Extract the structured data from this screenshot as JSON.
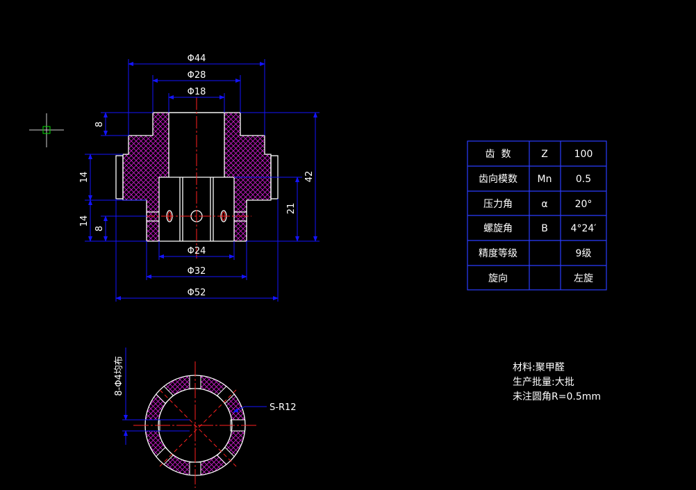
{
  "colors": {
    "background": "#000000",
    "outline": "#ffffff",
    "dimension": "#1414ff",
    "hatch": "#d21ed2",
    "center": "#ff2020",
    "table": "#2a3cff",
    "cursor": "#00dd00"
  },
  "dimensions": {
    "phi44": "Φ44",
    "phi28": "Φ28",
    "phi18": "Φ18",
    "phi24": "Φ24",
    "phi32": "Φ32",
    "phi52": "Φ52",
    "h8_top": "8",
    "h14_mid": "14",
    "h14_low": "14",
    "h8_low": "8",
    "h42": "42",
    "h21": "21"
  },
  "bottom_view": {
    "holes_label": "8-Φ4均布",
    "sphere_label": "S-R12"
  },
  "table": {
    "rows": [
      {
        "name": "齿  数",
        "symbol": "Z",
        "value": "100"
      },
      {
        "name": "齿向模数",
        "symbol": "Mn",
        "value": "0.5"
      },
      {
        "name": "压力角",
        "symbol": "α",
        "value": "20°"
      },
      {
        "name": "螺旋角",
        "symbol": "B",
        "value": "4°24′"
      },
      {
        "name": "精度等级",
        "symbol": "",
        "value": "9级"
      },
      {
        "name": "旋向",
        "symbol": "",
        "value": "左旋"
      }
    ]
  },
  "notes": [
    "材料:聚甲醛",
    "生产批量:大批",
    "未注圆角R=0.5mm"
  ]
}
